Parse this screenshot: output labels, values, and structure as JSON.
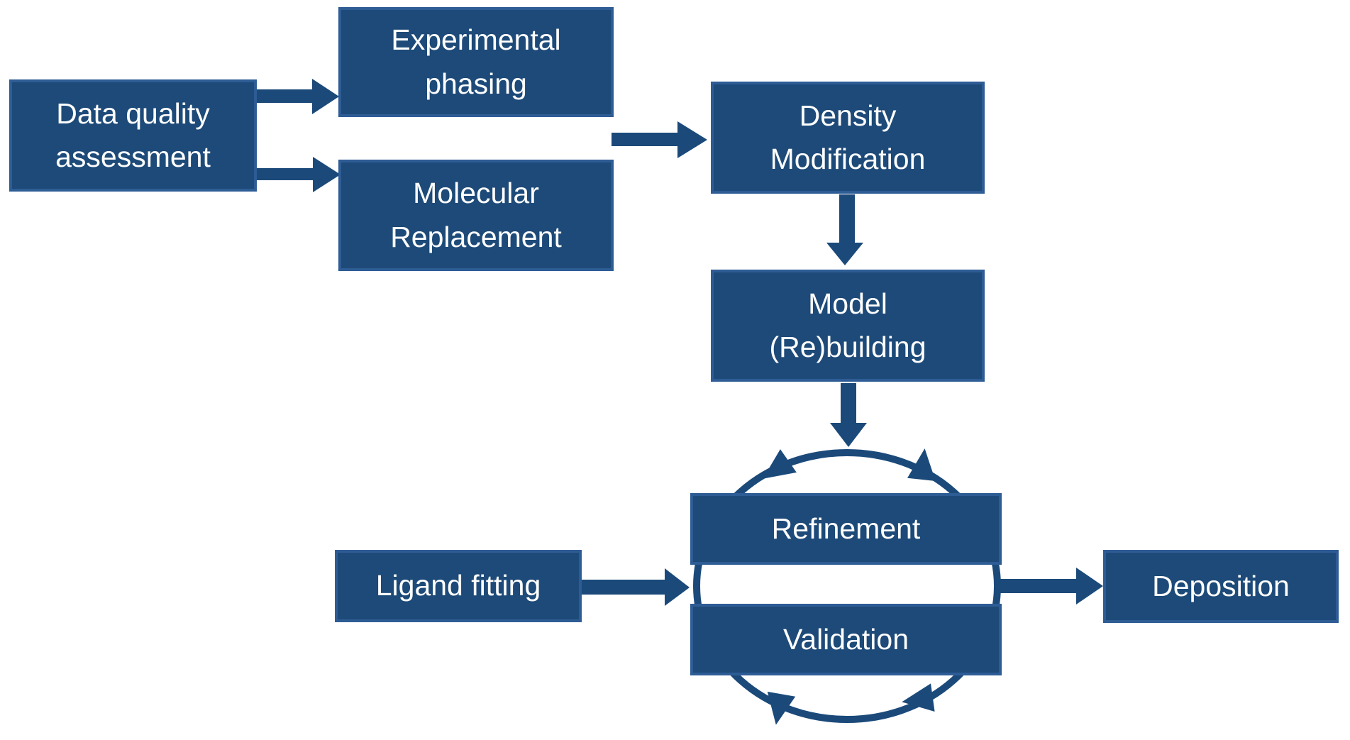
{
  "diagram": {
    "description": "Crystallographic structure solution workflow flowchart",
    "colors": {
      "background": "#ffffff",
      "box_fill": "#1d4a78",
      "box_border": "#2e5c95",
      "arrow": "#1b4a7a",
      "text": "#ffffff"
    },
    "nodes": {
      "data_quality": {
        "label": "Data quality\nassessment"
      },
      "experimental_phasing": {
        "label": "Experimental\nphasing"
      },
      "molecular_replacement": {
        "label": "Molecular\nReplacement"
      },
      "density_modification": {
        "label": "Density\nModification"
      },
      "model_rebuilding": {
        "label": "Model\n(Re)building"
      },
      "refinement": {
        "label": "Refinement"
      },
      "validation": {
        "label": "Validation"
      },
      "ligand_fitting": {
        "label": "Ligand fitting"
      },
      "deposition": {
        "label": "Deposition"
      }
    },
    "edges": [
      {
        "from": "data_quality",
        "to": "experimental_phasing"
      },
      {
        "from": "data_quality",
        "to": "molecular_replacement"
      },
      {
        "from": "experimental_phasing / molecular_replacement",
        "to": "density_modification"
      },
      {
        "from": "density_modification",
        "to": "model_rebuilding"
      },
      {
        "from": "model_rebuilding",
        "to": "refinement_validation_cycle"
      },
      {
        "from": "ligand_fitting",
        "to": "refinement_validation_cycle"
      },
      {
        "from": "refinement_validation_cycle",
        "to": "deposition"
      },
      {
        "from": "refinement",
        "to": "validation",
        "type": "iterative_cycle"
      }
    ]
  }
}
